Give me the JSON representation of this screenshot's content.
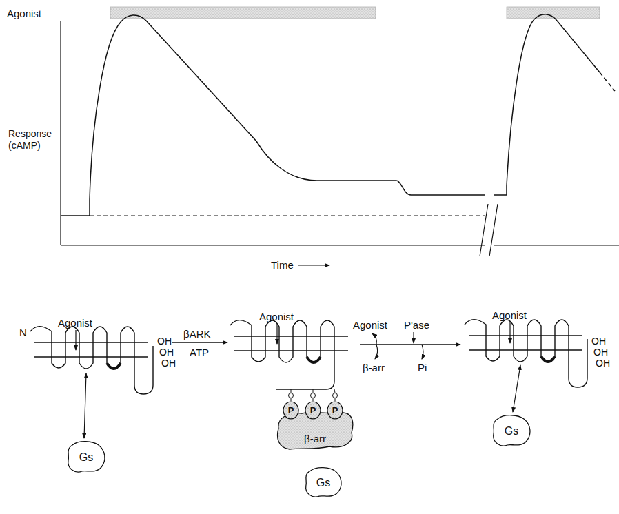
{
  "diagram": {
    "nodes": [
      {
        "text": [
          "Gs"
        ]
      },
      {
        "text": [
          "β-arr"
        ]
      },
      {
        "text": [
          "P"
        ],
        "in": 1
      },
      {
        "text": [
          "P"
        ],
        "in": 1
      },
      {
        "text": [
          "P"
        ],
        "in": 1
      },
      {
        "text": [
          "Gs"
        ]
      },
      {
        "text": [
          "Gs"
        ]
      }
    ],
    "labels": [
      "Agonist",
      "Response (cAMP)",
      "Time",
      "N",
      "Agonist",
      "OH",
      "OH",
      "OH",
      "βARK",
      "ATP",
      "Agonist",
      "Agonist",
      "P'ase",
      "β-arr",
      "Pi",
      "Agonist",
      "OH",
      "OH",
      "OH"
    ]
  }
}
